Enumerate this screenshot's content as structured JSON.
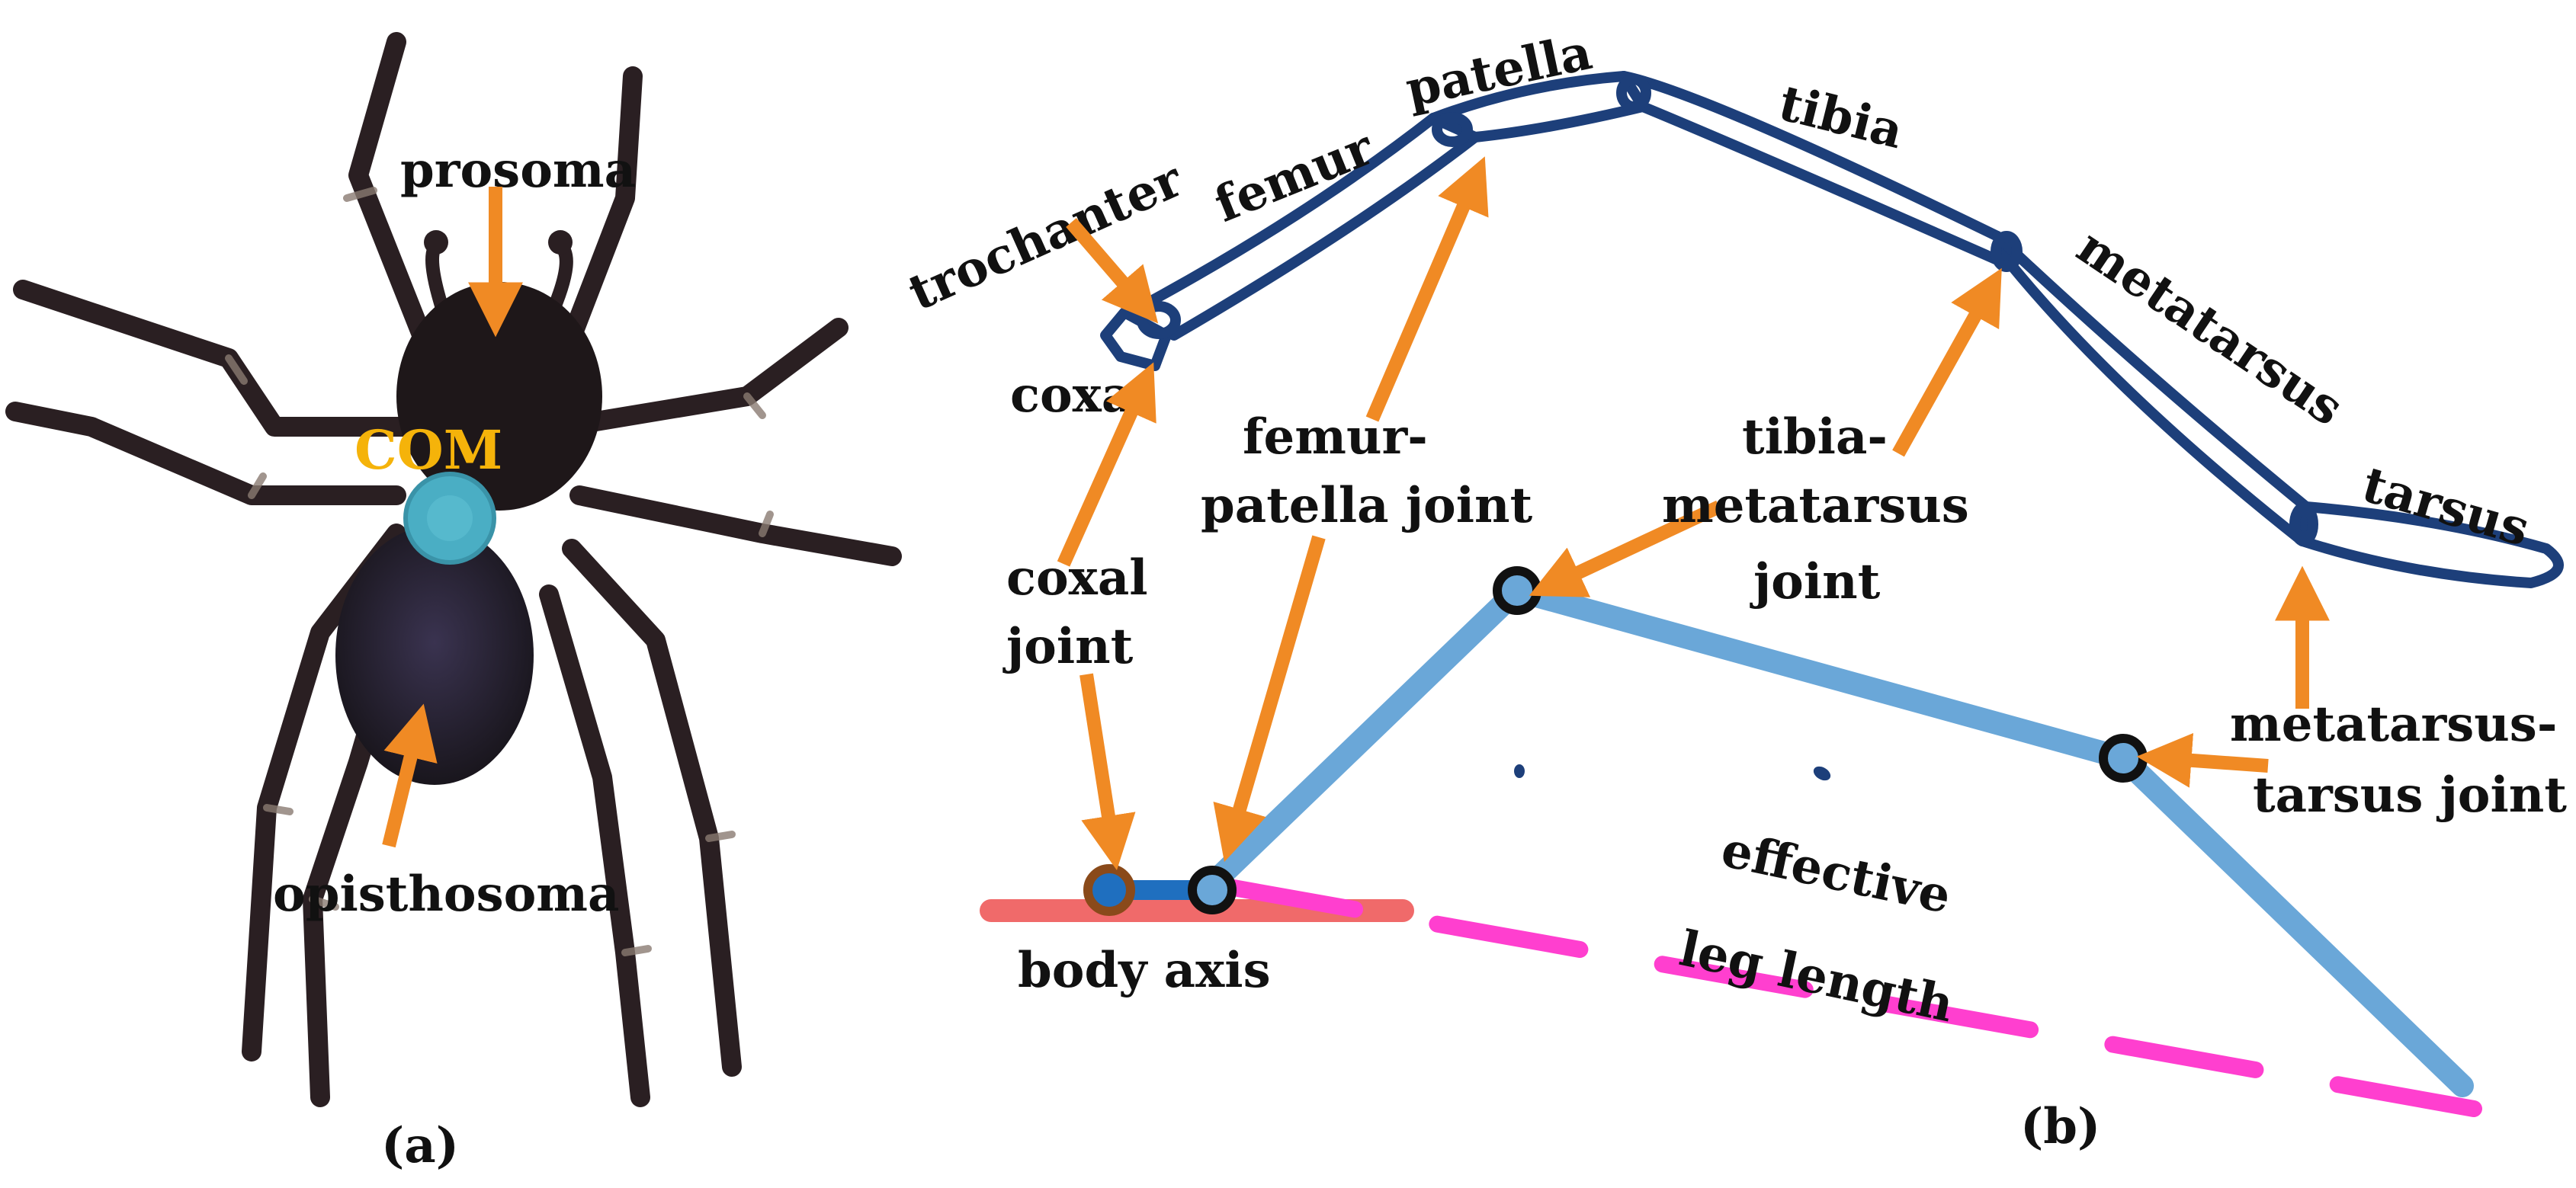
{
  "colors": {
    "arrow": "#f08a24",
    "leg_outline": "#1d3f7a",
    "leg_model": "#6aa7d8",
    "effective_length": "#ff3fcf",
    "body_axis": "#f06a6a",
    "com": "#4aaec4",
    "com_label": "#f5b30a",
    "joint_ring": "#111111",
    "coxal_joint": "#8a4a1a",
    "spider_body": "#221a1c"
  },
  "panel_a": {
    "caption": "(a)",
    "labels": {
      "prosoma": "prosoma",
      "com": "COM",
      "opisthosoma": "opisthosoma"
    },
    "icon": "spider-photo"
  },
  "panel_b": {
    "caption": "(b)",
    "segments": {
      "trochanter": "trochanter",
      "coxa": "coxa",
      "femur": "femur",
      "patella": "patella",
      "tibia": "tibia",
      "metatarsus": "metatarsus",
      "tarsus": "tarsus"
    },
    "joints": {
      "femur_patella": [
        "femur-",
        "patella joint"
      ],
      "tibia_metatarsus": [
        "tibia-",
        "metatarsus",
        "joint"
      ],
      "coxal": [
        "coxal",
        "joint"
      ],
      "metatarsus_tarsus": [
        "metatarsus-",
        "tarsus joint"
      ]
    },
    "body_axis": "body axis",
    "effective_leg_length": [
      "effective",
      "leg length"
    ]
  }
}
